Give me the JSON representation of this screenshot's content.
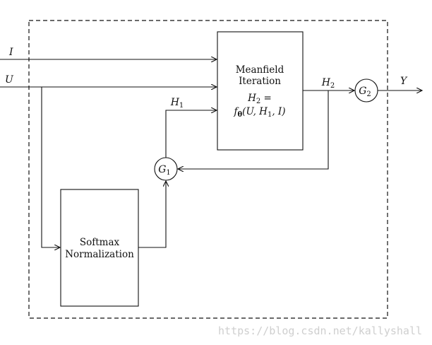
{
  "meanfield_box": {
    "line1": "Meanfield",
    "line2": "Iteration",
    "eq_lhs": "H",
    "eq_lhs_sub": "2",
    "eq_eq": " =",
    "eq_f": "f",
    "eq_f_sub": "θ",
    "eq_args_1": "(U, H",
    "eq_args_sub": "1",
    "eq_args_2": ", I)"
  },
  "softmax_box": {
    "line1": "Softmax",
    "line2": "Normalization"
  },
  "nodes": {
    "g1_main": "G",
    "g1_sub": "1",
    "g2_main": "G",
    "g2_sub": "2"
  },
  "signals": {
    "input_i": "I",
    "input_u": "U",
    "h1_main": "H",
    "h1_sub": "1",
    "h2_main": "H",
    "h2_sub": "2",
    "output_y": "Y"
  },
  "watermark": "https://blog.csdn.net/kallyshall"
}
